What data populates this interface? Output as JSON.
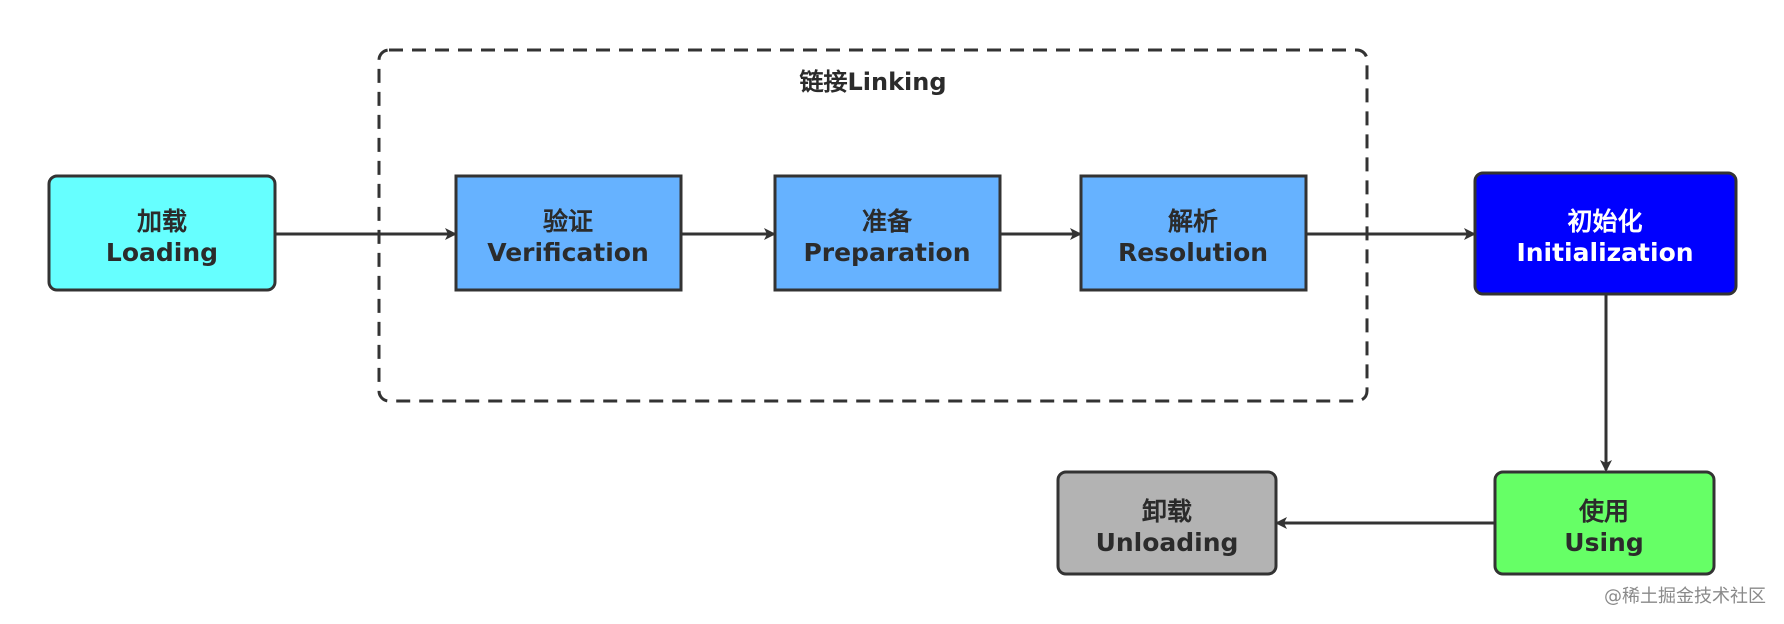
{
  "group": {
    "label": "链接Linking"
  },
  "nodes": {
    "loading": {
      "zh": "加载",
      "en": "Loading",
      "fill": "#66FFFF",
      "text_color": "#2b2b2b"
    },
    "verification": {
      "zh": "验证",
      "en": "Verification",
      "fill": "#66B2FF",
      "text_color": "#2b2b2b"
    },
    "preparation": {
      "zh": "准备",
      "en": "Preparation",
      "fill": "#66B2FF",
      "text_color": "#2b2b2b"
    },
    "resolution": {
      "zh": "解析",
      "en": "Resolution",
      "fill": "#66B2FF",
      "text_color": "#2b2b2b"
    },
    "initialization": {
      "zh": "初始化",
      "en": "Initialization",
      "fill": "#0000FF",
      "text_color": "#ffffff"
    },
    "using": {
      "zh": "使用",
      "en": "Using",
      "fill": "#66FF66",
      "text_color": "#2b2b2b"
    },
    "unloading": {
      "zh": "卸载",
      "en": "Unloading",
      "fill": "#B3B3B3",
      "text_color": "#2b2b2b"
    }
  },
  "watermark": "@稀土掘金技术社区"
}
